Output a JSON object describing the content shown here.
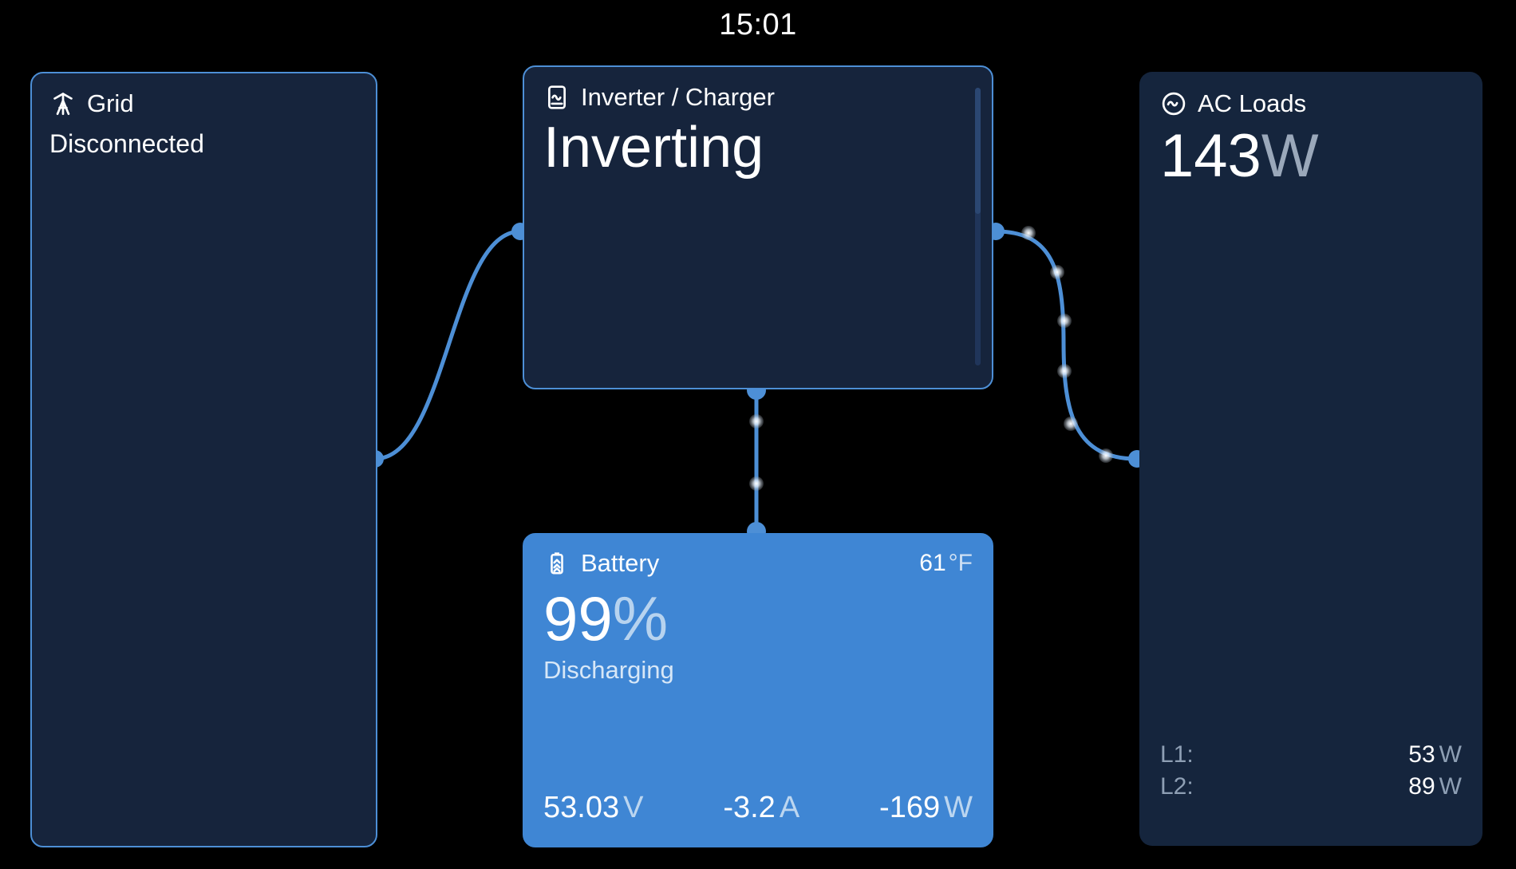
{
  "status_bar": {
    "time": "15:01"
  },
  "theme": {
    "background": "#000000",
    "card_dark_bg": "#16243c",
    "card_border": "#4d8fd6",
    "card_accent_bg": "#3f86d4",
    "flow_line": "#4d8fd6",
    "unit_muted": "#9aa8ba"
  },
  "cards": {
    "grid": {
      "icon": "transmission-tower-icon",
      "title": "Grid",
      "status": "Disconnected"
    },
    "inverter": {
      "icon": "inverter-icon",
      "title": "Inverter / Charger",
      "state": "Inverting"
    },
    "ac_loads": {
      "icon": "ac-sine-circle-icon",
      "title": "AC Loads",
      "power_value": "143",
      "power_unit": "W",
      "phases": [
        {
          "label": "L1:",
          "value": "53",
          "unit": "W"
        },
        {
          "label": "L2:",
          "value": "89",
          "unit": "W"
        }
      ]
    },
    "battery": {
      "icon": "battery-discharging-icon",
      "title": "Battery",
      "temperature_value": "61",
      "temperature_unit": "°F",
      "soc_value": "99",
      "soc_unit": "%",
      "state": "Discharging",
      "metrics": [
        {
          "value": "53.03",
          "unit": "V"
        },
        {
          "value": "-3.2",
          "unit": "A"
        },
        {
          "value": "-169",
          "unit": "W"
        }
      ]
    }
  },
  "flows": {
    "grid_to_inverter": {
      "active": false,
      "dots": 0
    },
    "inverter_to_ac_loads": {
      "active": true,
      "dots": 6
    },
    "inverter_to_battery": {
      "active": true,
      "dots": 2
    }
  }
}
